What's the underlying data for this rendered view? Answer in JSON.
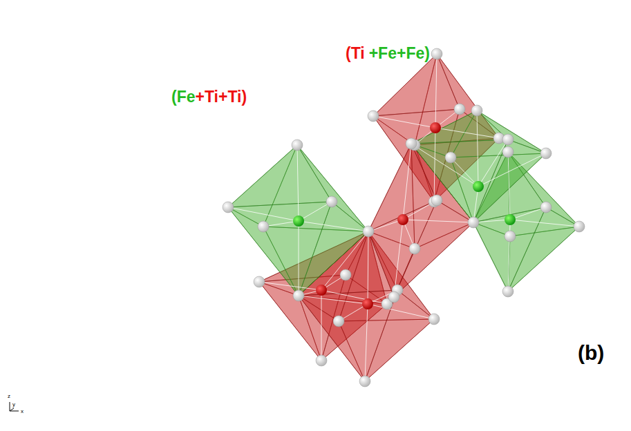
{
  "diagram": {
    "labels": [
      "(Fe",
      "+Ti+Ti)",
      "(Ti",
      "+Fe+Fe)",
      "(b)",
      "z",
      "y",
      "x"
    ]
  }
}
